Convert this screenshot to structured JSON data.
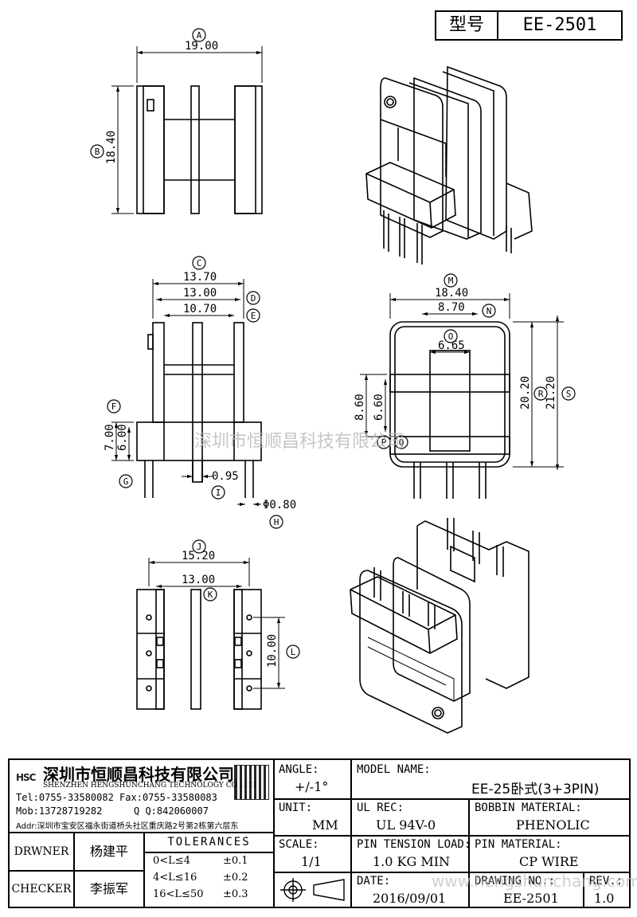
{
  "header": {
    "model_label": "型号",
    "model_value": "EE-2501"
  },
  "views": {
    "top": {
      "dim_width": "19.00",
      "dim_height": "18.40",
      "tag_width": "A",
      "tag_height": "B"
    },
    "front": {
      "dim_c": "13.70",
      "dim_d": "13.00",
      "dim_e": "10.70",
      "dim_f": "7.00",
      "dim_f2": "6.00",
      "dim_i": "0.95",
      "dim_h": "Φ0.80",
      "tags": {
        "c": "C",
        "d": "D",
        "e": "E",
        "f": "F",
        "g": "G",
        "i": "I",
        "h": "H"
      }
    },
    "side": {
      "dim_m": "18.40",
      "dim_n": "8.70",
      "dim_o": "6.65",
      "dim_v1": "8.60",
      "dim_v2": "6.60",
      "dim_r": "20.20",
      "dim_s": "21.20",
      "tags": {
        "m": "M",
        "n": "N",
        "o": "O",
        "p": "P",
        "q": "Q",
        "r": "R",
        "s": "S"
      }
    },
    "bottom": {
      "dim_j": "15.20",
      "dim_k": "13.00",
      "dim_l": "10.00",
      "tags": {
        "j": "J",
        "k": "K",
        "l": "L"
      }
    }
  },
  "watermarks": {
    "center": "深圳市恒顺昌科技有限公司",
    "bottom": "www.hengshunchang.com"
  },
  "company": {
    "logo": "HSC",
    "name_cn": "深圳市恒顺昌科技有限公司",
    "name_en": "SHENZHEN HENGSHUNCHANG TECHNOLOGY CO.,LTD",
    "tel": "Tel:0755-33580082 Fax:0755-33580083",
    "mob": "Mob:13728719282",
    "qq": "Q Q:842060007",
    "addr": "Addr:深圳市宝安区福永街道桥头社区重庆路2号第2栋第六层东"
  },
  "people": {
    "drawer_label": "DRWNER",
    "drawer": "杨建平",
    "checker_label": "CHECKER",
    "checker": "李振军"
  },
  "tolerances": {
    "title": "TOLERANCES",
    "rows": [
      {
        "range": "0<L≤4",
        "tol": "±0.1"
      },
      {
        "range": "4<L≤16",
        "tol": "±0.2"
      },
      {
        "range": "16<L≤50",
        "tol": "±0.3"
      }
    ]
  },
  "specs": {
    "angle_label": "ANGLE:",
    "angle": "+/-1°",
    "unit_label": "UNIT:",
    "unit": "MM",
    "scale_label": "SCALE:",
    "scale": "1/1",
    "model_name_label": "MODEL NAME:",
    "model_name": "EE-25卧式(3+3PIN)",
    "ul_label": "UL REC:",
    "ul": "UL 94V-0",
    "bobbin_label": "BOBBIN MATERIAL:",
    "bobbin": "PHENOLIC",
    "pin_tension_label": "PIN TENSION LOAD:",
    "pin_tension": "1.0 KG MIN",
    "pin_material_label": "PIN MATERIAL:",
    "pin_material": "CP WIRE",
    "date_label": "DATE:",
    "date": "2016/09/01",
    "drawing_no_label": "DRAWING NO.:",
    "drawing_no": "EE-2501",
    "rev_label": "REV.:",
    "rev": "1.0"
  }
}
